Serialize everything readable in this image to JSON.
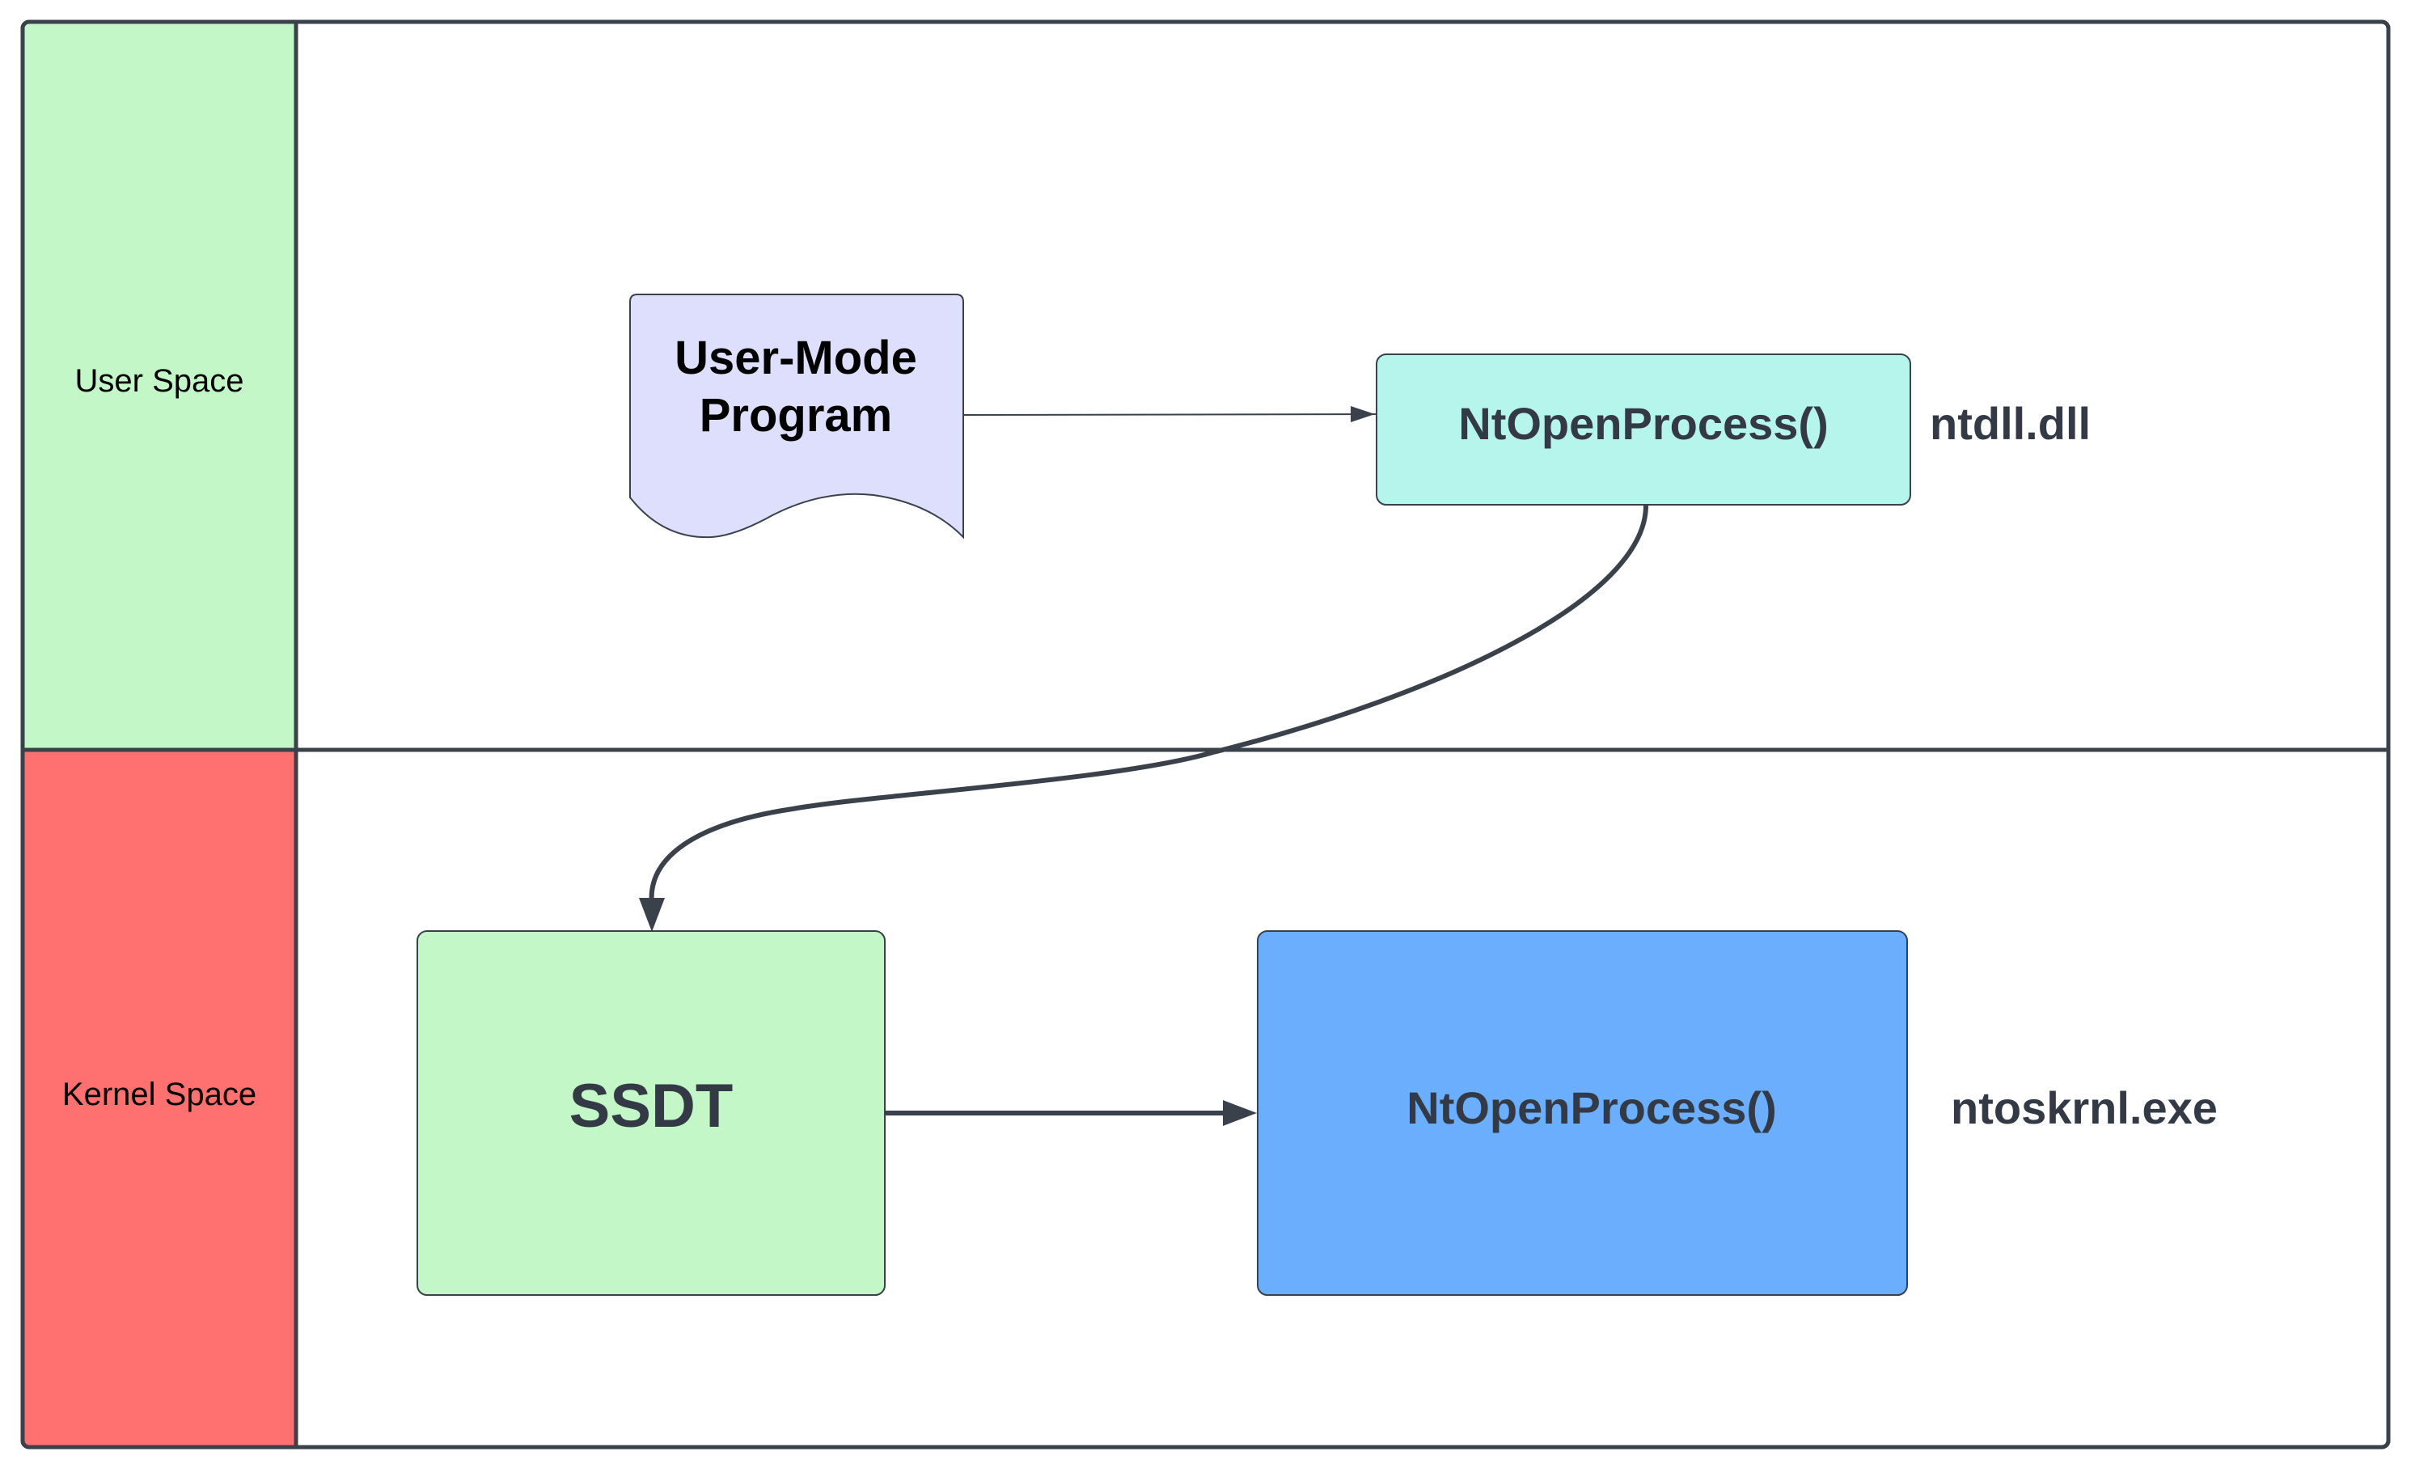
{
  "lanes": {
    "user": {
      "label": "User Space",
      "color": "#c3f7c8"
    },
    "kernel": {
      "label": "Kernel Space",
      "color": "#ff7070"
    }
  },
  "nodes": {
    "user_program": {
      "line1": "User-Mode",
      "line2": "Program",
      "color": "#dedffd"
    },
    "ntdll_func": {
      "label": "NtOpenProcess()",
      "color": "#b5f5ec",
      "module": "ntdll.dll"
    },
    "ssdt": {
      "label": "SSDT",
      "color": "#c3f7c8"
    },
    "kernel_func": {
      "label": "NtOpenProcess()",
      "color": "#6aaefd",
      "module": "ntoskrnl.exe"
    }
  },
  "colors": {
    "border": "#3a414a",
    "arrow": "#3a414a"
  }
}
